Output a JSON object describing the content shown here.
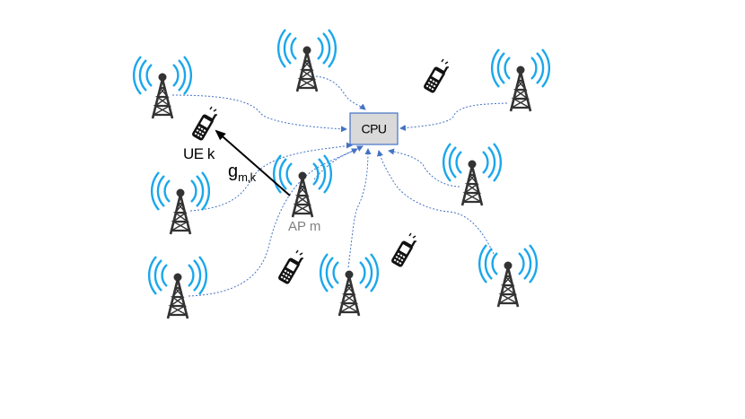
{
  "cpu": {
    "label": "CPU",
    "fill": "#d9d9d9",
    "stroke": "#4472c4"
  },
  "labels": {
    "ue": "UE k",
    "ap": "AP m",
    "gain_base": "g",
    "gain_sub": "m,k"
  },
  "colors": {
    "signal": "#1aa7ec",
    "tower": "#333333",
    "link": "#4472c4",
    "phone": "#111111",
    "uplink": "#000000",
    "ap_label": "#7f7f7f"
  },
  "icons": {
    "ap": "antenna-tower-icon",
    "ue": "mobile-phone-icon"
  }
}
